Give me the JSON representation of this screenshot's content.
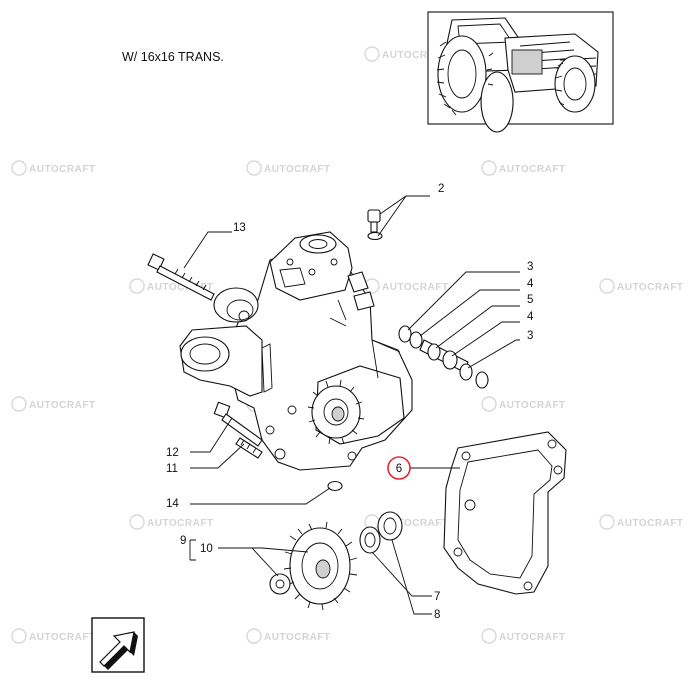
{
  "variant_note": "W/ 16x16 TRANS.",
  "watermark_text": "AUTOCRAFT",
  "callouts": [
    {
      "id": "c2",
      "label": "2"
    },
    {
      "id": "c13",
      "label": "13"
    },
    {
      "id": "c3a",
      "label": "3"
    },
    {
      "id": "c4a",
      "label": "4"
    },
    {
      "id": "c5",
      "label": "5"
    },
    {
      "id": "c4b",
      "label": "4"
    },
    {
      "id": "c3b",
      "label": "3"
    },
    {
      "id": "c6",
      "label": "6",
      "highlighted": true
    },
    {
      "id": "c12",
      "label": "12"
    },
    {
      "id": "c11",
      "label": "11"
    },
    {
      "id": "c14",
      "label": "14"
    },
    {
      "id": "c9",
      "label": "9"
    },
    {
      "id": "c10",
      "label": "10"
    },
    {
      "id": "c7",
      "label": "7"
    },
    {
      "id": "c8",
      "label": "8"
    }
  ],
  "colors": {
    "highlight": "#e3262b",
    "line": "#111111",
    "watermark": "#d4d4d4"
  },
  "icons": {
    "nav": "arrow-icon",
    "thumbnail": "tractor-icon"
  }
}
